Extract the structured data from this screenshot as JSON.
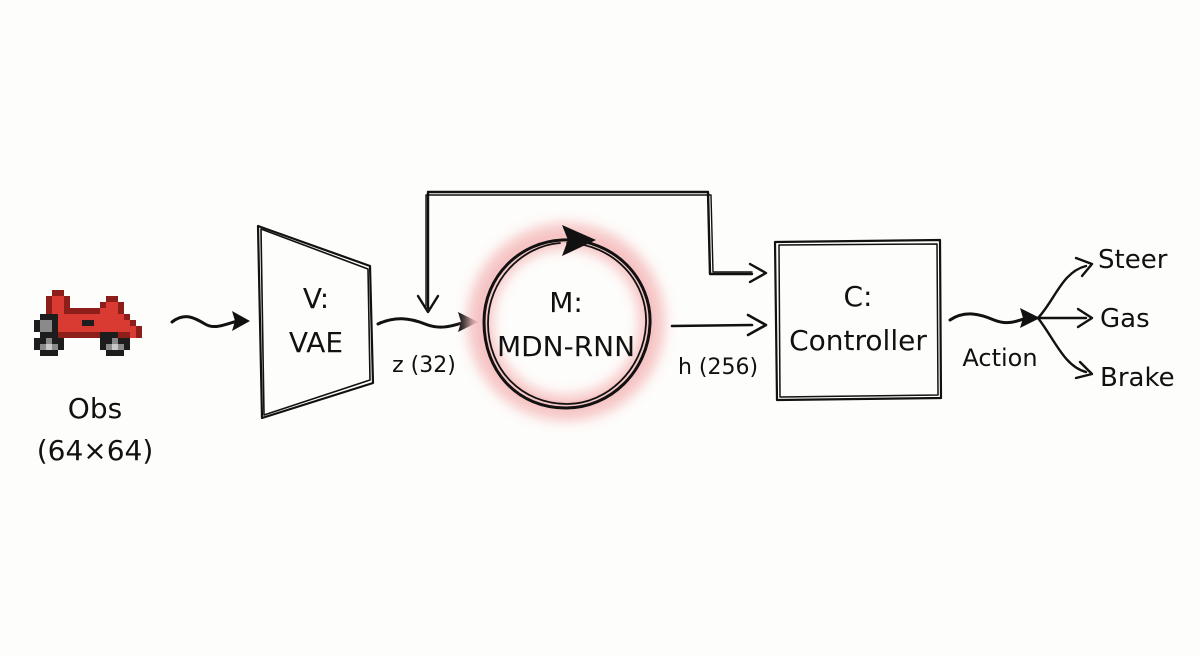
{
  "observation": {
    "label": "Obs",
    "size": "(64×64)",
    "icon": "race-car-icon",
    "car_color": "#d93a32"
  },
  "vae": {
    "title": "V:",
    "subtitle": "VAE"
  },
  "mdn_rnn": {
    "title": "M:",
    "subtitle": "MDN-RNN",
    "highlight_color": "#f6c3c3"
  },
  "controller": {
    "title": "C:",
    "subtitle": "Controller"
  },
  "edges": {
    "z_label": "z (32)",
    "h_label": "h (256)",
    "action_label": "Action"
  },
  "outputs": [
    "Steer",
    "Gas",
    "Brake"
  ]
}
